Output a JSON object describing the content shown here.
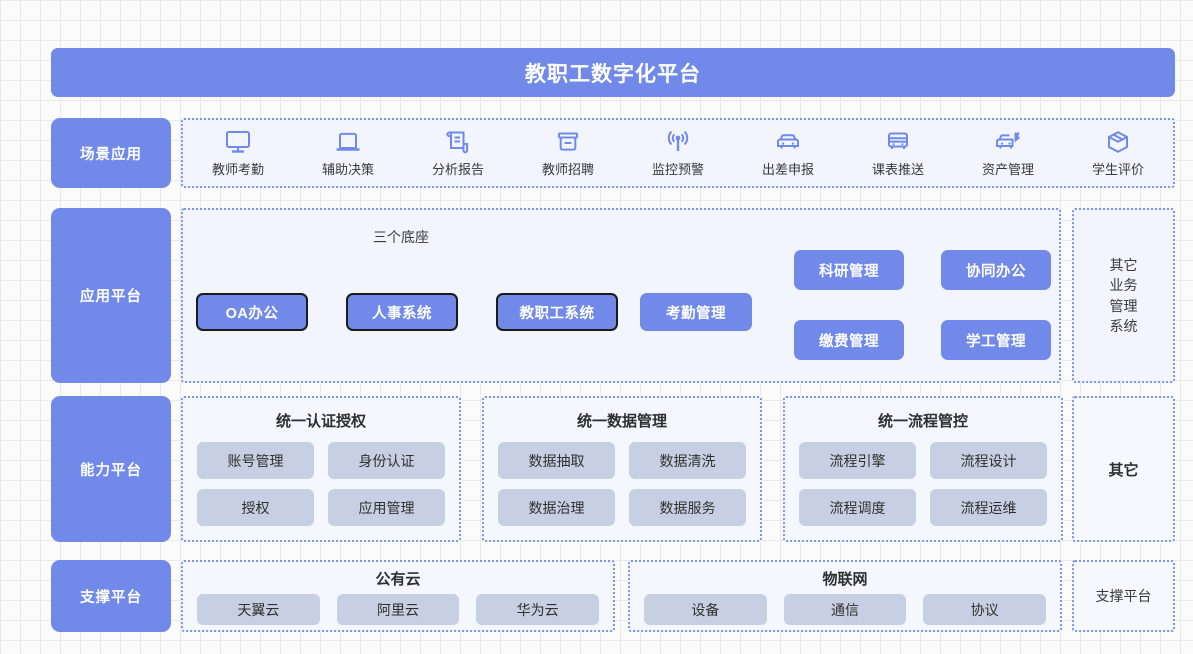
{
  "header": {
    "title": "教职工数字化平台",
    "accent_color": "#7189e8"
  },
  "palette": {
    "accent": "#7189e8",
    "chip": "#c7d0e2",
    "panel": "#f2f5fd",
    "dashed_border": "#7b95e8",
    "text_dark": "#2f2f2f"
  },
  "rows": {
    "scenario": {
      "side_label": "场景应用",
      "items": [
        {
          "label": "教师考勤",
          "icon": "monitor-icon"
        },
        {
          "label": "辅助决策",
          "icon": "laptop-icon"
        },
        {
          "label": "分析报告",
          "icon": "report-scroll-icon"
        },
        {
          "label": "教师招聘",
          "icon": "archive-box-icon"
        },
        {
          "label": "监控预警",
          "icon": "signal-tower-icon"
        },
        {
          "label": "出差申报",
          "icon": "car-icon"
        },
        {
          "label": "课表推送",
          "icon": "bus-icon"
        },
        {
          "label": "资产管理",
          "icon": "car-bluetooth-icon"
        },
        {
          "label": "学生评价",
          "icon": "cube-box-icon"
        }
      ]
    },
    "application": {
      "side_label": "应用平台",
      "group_label": "三个底座",
      "base_systems": [
        {
          "label": "OA办公",
          "highlighted": true
        },
        {
          "label": "人事系统",
          "highlighted": true
        },
        {
          "label": "教职工系统",
          "highlighted": true
        },
        {
          "label": "考勤管理",
          "highlighted": false
        }
      ],
      "extra_systems": [
        {
          "label": "科研管理"
        },
        {
          "label": "协同办公"
        },
        {
          "label": "缴费管理"
        },
        {
          "label": "学工管理"
        }
      ],
      "other": [
        "其它",
        "业务",
        "管理",
        "系统"
      ]
    },
    "capability": {
      "side_label": "能力平台",
      "groups": [
        {
          "title": "统一认证授权",
          "items": [
            "账号管理",
            "身份认证",
            "授权",
            "应用管理"
          ]
        },
        {
          "title": "统一数据管理",
          "items": [
            "数据抽取",
            "数据清洗",
            "数据治理",
            "数据服务"
          ]
        },
        {
          "title": "统一流程管控",
          "items": [
            "流程引擎",
            "流程设计",
            "流程调度",
            "流程运维"
          ]
        }
      ],
      "other": "其它"
    },
    "support": {
      "side_label": "支撑平台",
      "groups": [
        {
          "title": "公有云",
          "items": [
            "天翼云",
            "阿里云",
            "华为云"
          ]
        },
        {
          "title": "物联网",
          "items": [
            "设备",
            "通信",
            "协议"
          ]
        }
      ],
      "other": "支撑平台"
    }
  }
}
